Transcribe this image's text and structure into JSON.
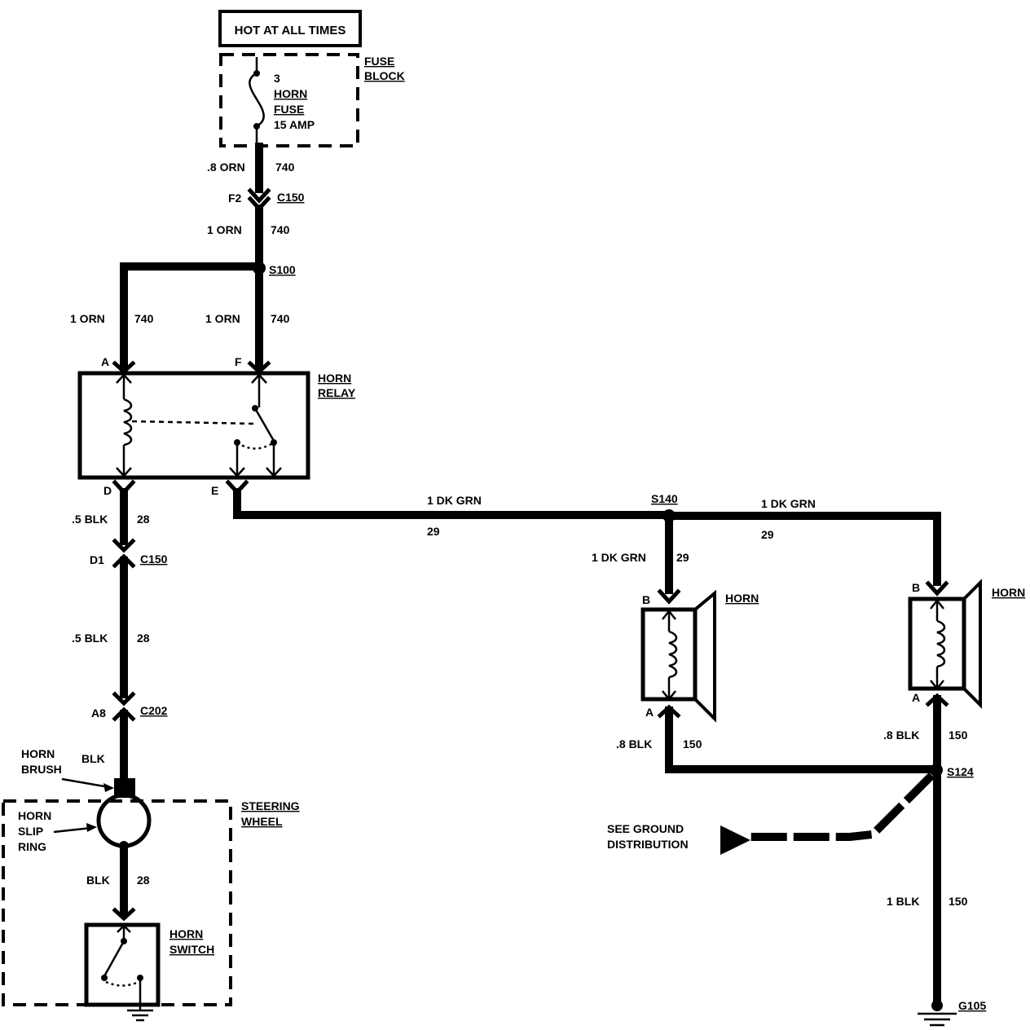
{
  "supply": {
    "label": "HOT AT ALL TIMES"
  },
  "fuse_block": {
    "title_line1": "FUSE",
    "title_line2": "BLOCK",
    "fuse_number": "3",
    "fuse_name_line1": "HORN",
    "fuse_name_line2": "FUSE",
    "fuse_rating": "15 AMP"
  },
  "wires": {
    "fuse_out_gauge": ".8 ORN",
    "fuse_out_circuit": "740",
    "c150_upper_gauge": "1 ORN",
    "c150_upper_circuit": "740",
    "relay_a_gauge": "1 ORN",
    "relay_a_circuit": "740",
    "relay_f_gauge": "1 ORN",
    "relay_f_circuit": "740",
    "relay_d_gauge": ".5 BLK",
    "relay_d_circuit": "28",
    "col_gauge": ".5 BLK",
    "col_circuit": "28",
    "brush_color": "BLK",
    "switch_color": "BLK",
    "switch_circuit": "28",
    "e_to_s140_gauge": "1 DK GRN",
    "e_to_s140_circuit": "29",
    "s140_to_right_gauge": "1 DK GRN",
    "s140_to_right_circuit": "29",
    "s140_down_gauge": "1 DK GRN",
    "s140_down_circuit": "29",
    "horn_left_gnd_gauge": ".8 BLK",
    "horn_left_gnd_circuit": "150",
    "horn_right_gnd_gauge": ".8 BLK",
    "horn_right_gnd_circuit": "150",
    "ground_gauge": "1 BLK",
    "ground_circuit": "150"
  },
  "connectors": {
    "c150": "C150",
    "c150_upper_pin": "F2",
    "c150_lower": "C150",
    "c150_lower_pin": "D1",
    "c202": "C202",
    "c202_pin": "A8"
  },
  "splices": {
    "s100": "S100",
    "s140": "S140",
    "s124": "S124"
  },
  "ground": {
    "g105": "G105"
  },
  "relay": {
    "title_line1": "HORN",
    "title_line2": "RELAY",
    "pin_a": "A",
    "pin_f": "F",
    "pin_d": "D",
    "pin_e": "E"
  },
  "steering": {
    "title_line1": "STEERING",
    "title_line2": "WHEEL",
    "brush_line1": "HORN",
    "brush_line2": "BRUSH",
    "slip_line1": "HORN",
    "slip_line2": "SLIP",
    "slip_line3": "RING",
    "switch_line1": "HORN",
    "switch_line2": "SWITCH"
  },
  "horns": {
    "left_title": "HORN",
    "left_pin_b": "B",
    "left_pin_a": "A",
    "right_title": "HORN",
    "right_pin_b": "B",
    "right_pin_a": "A"
  },
  "ground_ref": {
    "line1": "SEE GROUND",
    "line2": "DISTRIBUTION"
  }
}
